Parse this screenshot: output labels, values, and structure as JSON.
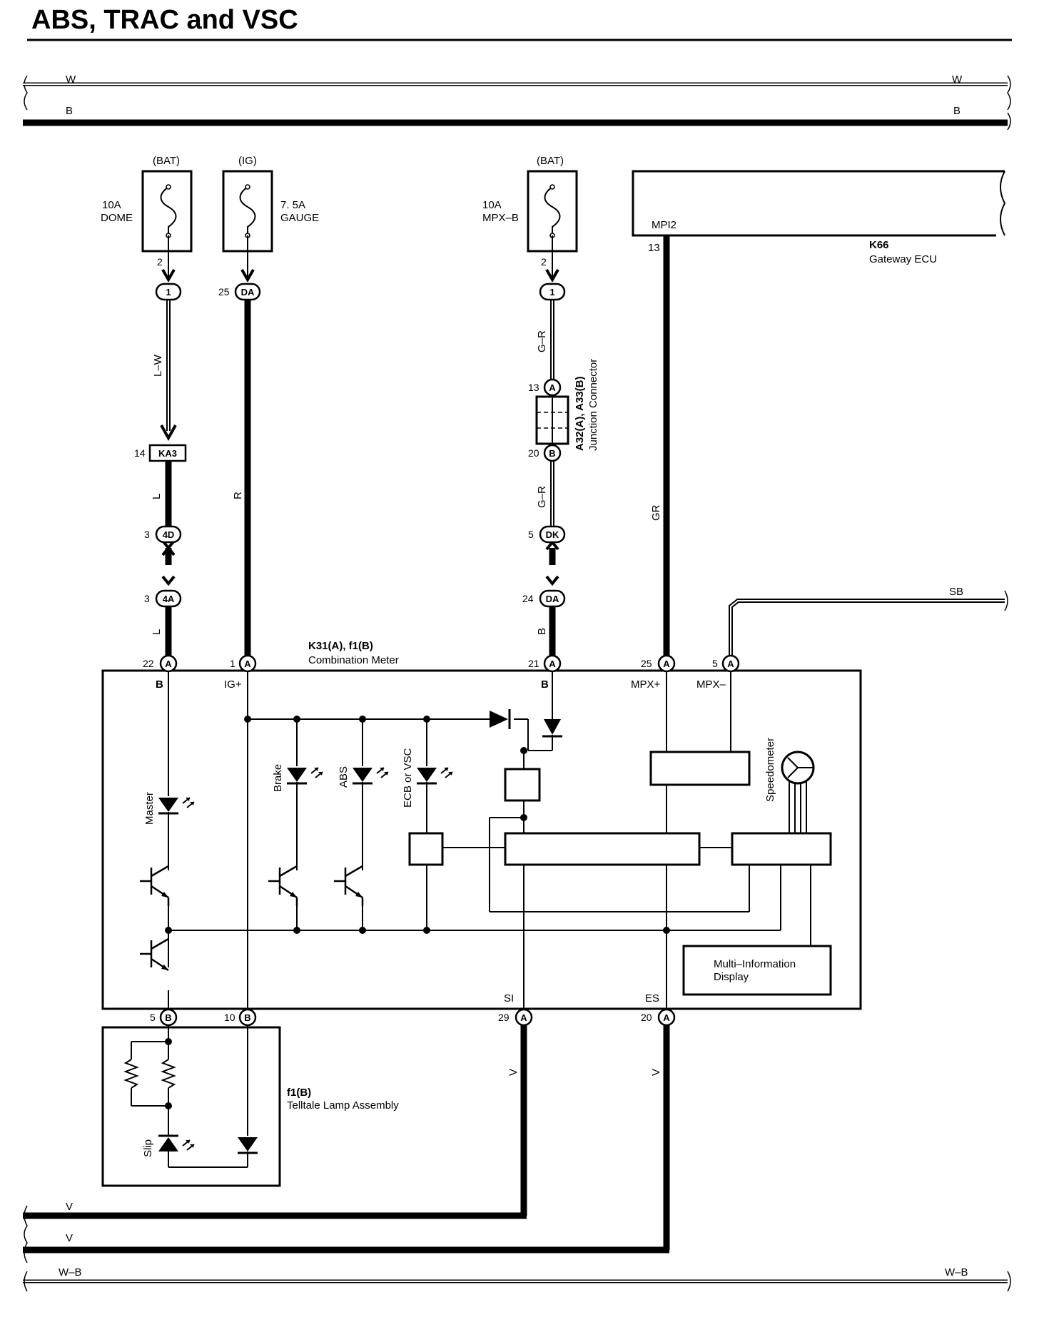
{
  "title": "ABS, TRAC and VSC",
  "rails": {
    "w_left": "W",
    "w_right": "W",
    "b_left": "B",
    "b_right": "B",
    "v1": "V",
    "v2": "V",
    "wb_left": "W–B",
    "wb_right": "W–B",
    "sb": "SB"
  },
  "fuses": [
    {
      "source": "(BAT)",
      "rating": "10A",
      "name": "DOME"
    },
    {
      "source": "(IG)",
      "rating": "7. 5A",
      "name": "GAUGE"
    },
    {
      "source": "(BAT)",
      "rating": "10A",
      "name": "MPX–B"
    }
  ],
  "gateway": {
    "pin_name": "MPI2",
    "pin": "13",
    "code": "K66",
    "name": "Gateway ECU",
    "wire": "GR"
  },
  "wires": {
    "dome_1": "L–W",
    "dome_2": "L",
    "dome_3": "L",
    "gauge": "R",
    "mpx_1": "G–R",
    "mpx_2": "G–R",
    "mpx_3": "B",
    "si": "V",
    "es": "V"
  },
  "connectors": {
    "dome_fuse_pin": "2",
    "dome_c1": "1",
    "ka3_pin": "14",
    "ka3": "KA3",
    "c4d_pin": "3",
    "c4d": "4D",
    "c4a_pin": "3",
    "c4a": "4A",
    "gauge_pin": "25",
    "gauge_c": "DA",
    "mpx_fuse_pin": "2",
    "mpx_c1": "1",
    "jc_a_pin": "13",
    "jc_a": "A",
    "jc_b_pin": "20",
    "jc_b": "B",
    "dk_pin": "5",
    "dk": "DK",
    "da2_pin": "24",
    "da2": "DA"
  },
  "junction_connector": {
    "code": "A32(A), A33(B)",
    "name": "Junction Connector"
  },
  "meter": {
    "code": "K31(A), f1(B)",
    "name": "Combination Meter",
    "top_pins": [
      {
        "num": "22",
        "conn": "A",
        "name": "B"
      },
      {
        "num": "1",
        "conn": "A",
        "name": "IG+"
      },
      {
        "num": "21",
        "conn": "A",
        "name": "B"
      },
      {
        "num": "25",
        "conn": "A",
        "name": "MPX+"
      },
      {
        "num": "5",
        "conn": "A",
        "name": "MPX–"
      }
    ],
    "bottom_pins": [
      {
        "num": "5",
        "conn": "B",
        "name": ""
      },
      {
        "num": "10",
        "conn": "B",
        "name": ""
      },
      {
        "num": "29",
        "conn": "A",
        "name": "SI"
      },
      {
        "num": "20",
        "conn": "A",
        "name": "ES"
      }
    ],
    "leds": [
      "Master",
      "Brake",
      "ABS",
      "ECB or VSC"
    ],
    "speedometer": "Speedometer",
    "display": [
      "Multi–Information",
      "Display"
    ]
  },
  "telltale": {
    "code": "f1(B)",
    "name": "Telltale Lamp Assembly",
    "led": "Slip"
  }
}
